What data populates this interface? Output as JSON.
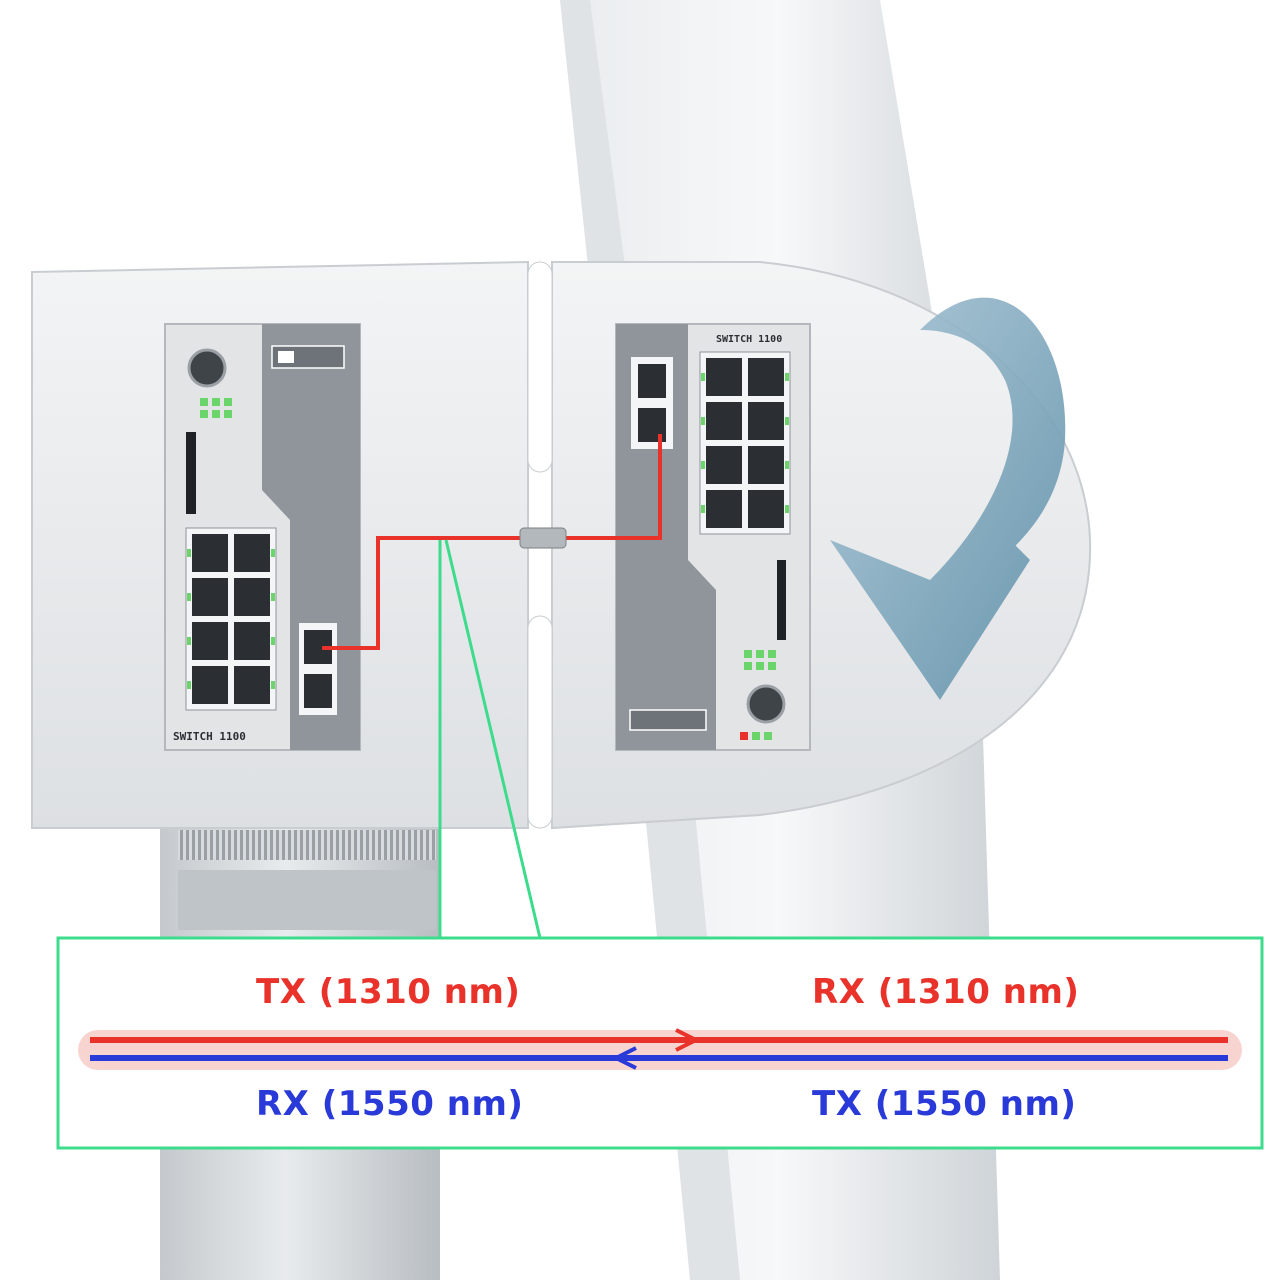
{
  "colors": {
    "fiber_upstream": "#e8322a",
    "fiber_downstream": "#2a3ad8",
    "callout_border": "#3ddc8c",
    "rotation_arrow": "#6f9fb8",
    "nacelle": "#e6e8ea",
    "tower": "#d4d7da"
  },
  "icons": {
    "rotation": "curved-rotation-arrow-icon",
    "connector": "fiber-coupler-icon"
  },
  "devices": {
    "left": {
      "label": "SWITCH 1100"
    },
    "right": {
      "label": "SWITCH 1100"
    }
  },
  "link": {
    "upstream": {
      "tx_label": "TX (1310 nm)",
      "rx_label": "RX (1310 nm)"
    },
    "downstream": {
      "rx_label": "RX (1550 nm)",
      "tx_label": "TX (1550 nm)"
    }
  }
}
